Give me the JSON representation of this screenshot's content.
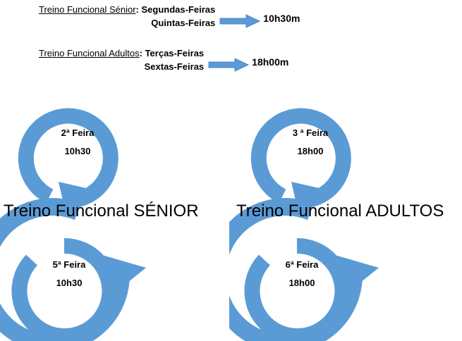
{
  "legend": {
    "rows": [
      {
        "title": "Treino Funcional Sénior",
        "colon": ":",
        "day1": "Segundas-Feiras",
        "day2": "Quintas-Feiras",
        "arrow_icon": "right-arrow-icon",
        "time": "10h30m"
      },
      {
        "title": "Treino Funcional Adultos",
        "colon": ":",
        "day1": "Terças-Feiras",
        "day2": "Sextas-Feiras",
        "arrow_icon": "right-arrow-icon",
        "time": "18h00m"
      }
    ]
  },
  "diagrams": [
    {
      "name": "senior",
      "center_label": "Treino Funcional SÉNIOR",
      "top_node": {
        "day": "2ª Feira",
        "time": "10h30"
      },
      "bottom_node": {
        "day": "5ª Feira",
        "time": "10h30"
      }
    },
    {
      "name": "adultos",
      "center_label": "Treino Funcional ADULTOS",
      "top_node": {
        "day": "3 ª Feira",
        "time": "18h00"
      },
      "bottom_node": {
        "day": "6ª Feira",
        "time": "18h00"
      }
    }
  ],
  "colors": {
    "accent": "#5B9BD5",
    "accent_stroke": "#4A8AC4",
    "text": "#000000",
    "background": "#FFFFFF"
  }
}
